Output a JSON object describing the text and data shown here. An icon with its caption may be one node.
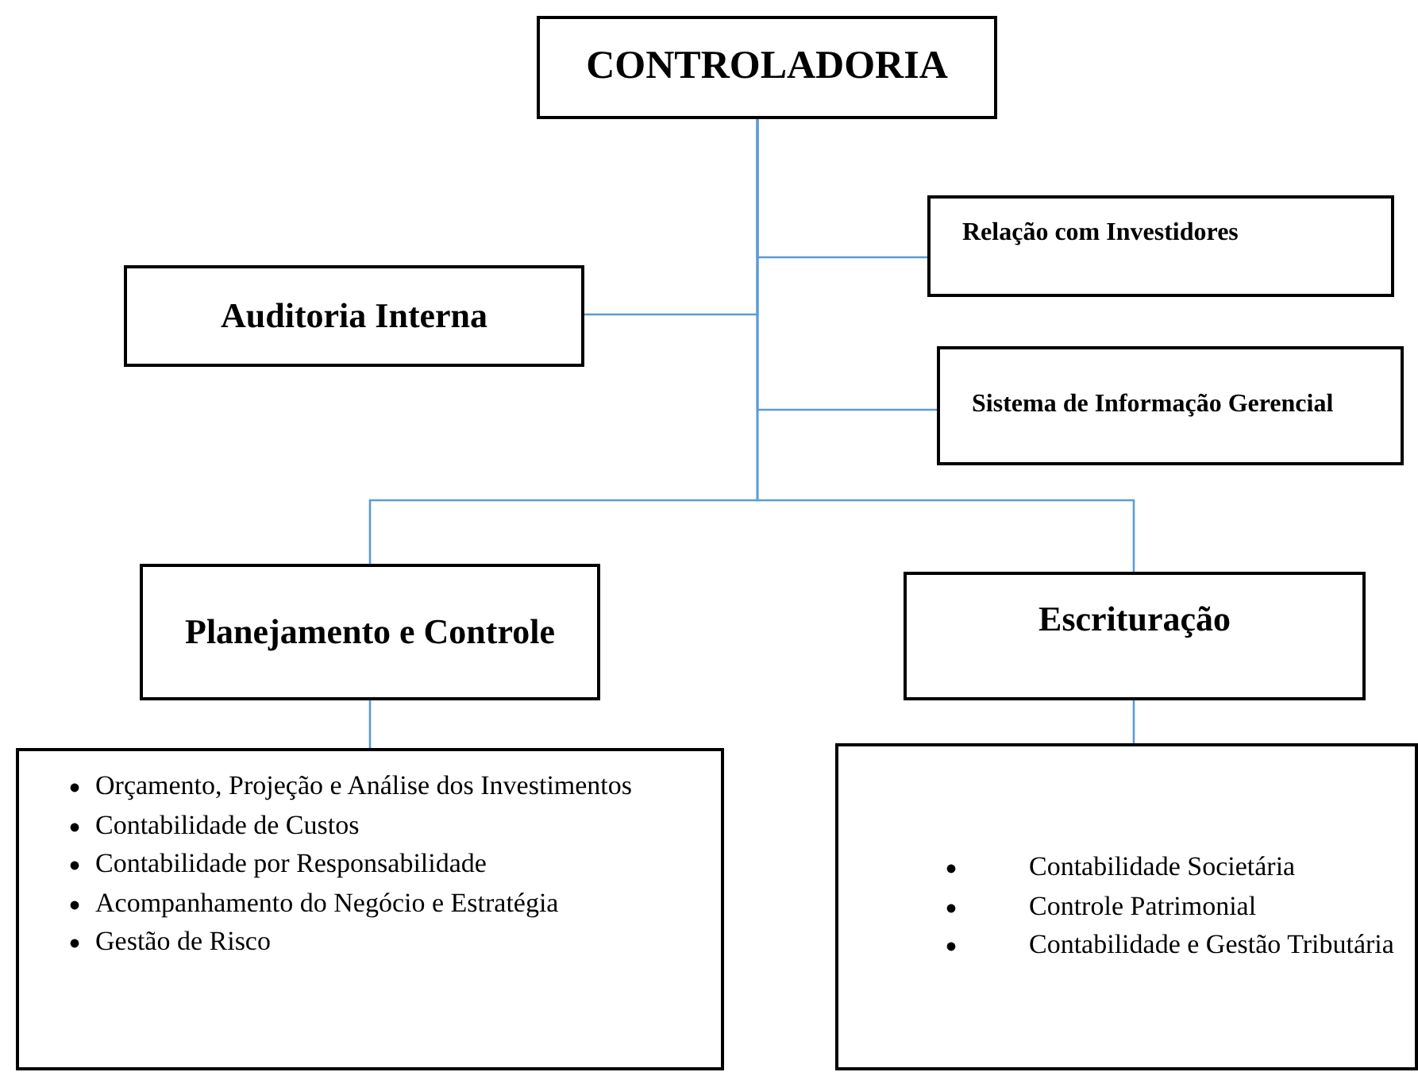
{
  "diagram": {
    "nodes": [
      {
        "text": [
          "CONTROLADORIA"
        ]
      },
      {
        "text": [
          "Relação com Investidores"
        ]
      },
      {
        "text": [
          "Auditoria Interna"
        ]
      },
      {
        "text": [
          "Sistema de Informação Gerencial"
        ]
      },
      {
        "text": [
          "Planejamento e Controle"
        ]
      },
      {
        "text": [
          "Escrituração"
        ]
      },
      {
        "text": [
          "Orçamento, Projeção e Análise dos Investimentos",
          "Contabilidade de Custos",
          "Contabilidade por Responsabilidade",
          "Acompanhamento do Negócio e Estratégia",
          "Gestão de Risco"
        ]
      },
      {
        "text": [
          "Contabilidade Societária",
          "Controle Patrimonial",
          "Contabilidade e Gestão Tributária"
        ]
      }
    ],
    "edges": [
      {
        "from": 0,
        "to": 1,
        "arrow": "none"
      },
      {
        "from": 0,
        "to": 2,
        "arrow": "none"
      },
      {
        "from": 0,
        "to": 3,
        "arrow": "none"
      },
      {
        "from": 0,
        "to": 4,
        "arrow": "none"
      },
      {
        "from": 0,
        "to": 5,
        "arrow": "none"
      },
      {
        "from": 4,
        "to": 6,
        "arrow": "none"
      },
      {
        "from": 5,
        "to": 7,
        "arrow": "none"
      }
    ]
  }
}
